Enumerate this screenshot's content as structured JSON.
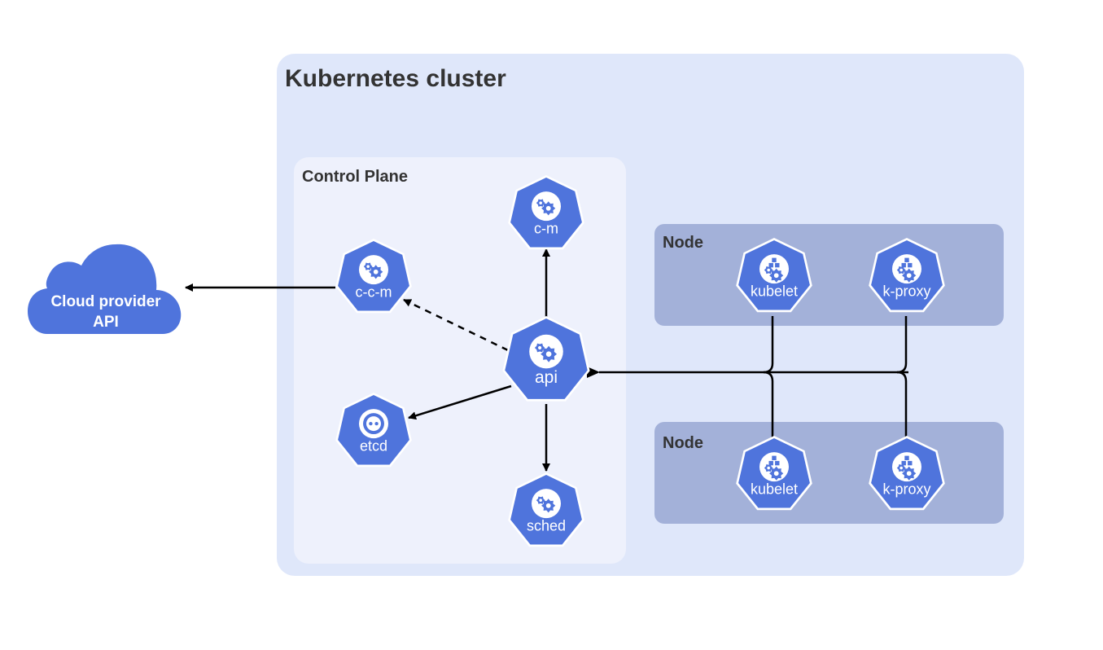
{
  "cluster": {
    "title": "Kubernetes cluster"
  },
  "control_plane": {
    "title": "Control Plane"
  },
  "cloud": {
    "line1": "Cloud provider",
    "line2": "API"
  },
  "components": {
    "cm": {
      "label": "c-m",
      "icon": "control-manager-icon"
    },
    "ccm": {
      "label": "c-c-m",
      "icon": "cloud-controller-manager-icon"
    },
    "api": {
      "label": "api",
      "icon": "api-server-icon"
    },
    "etcd": {
      "label": "etcd",
      "icon": "etcd-icon"
    },
    "sched": {
      "label": "sched",
      "icon": "scheduler-icon"
    }
  },
  "nodes": [
    {
      "title": "Node",
      "kubelet": "kubelet",
      "proxy": "k-proxy"
    },
    {
      "title": "Node",
      "kubelet": "kubelet",
      "proxy": "k-proxy"
    }
  ],
  "colors": {
    "cluster_bg": "#dfe7fa",
    "control_plane_bg": "#eef1fc",
    "node_bg": "#a3b1d9",
    "component": "#4f74dc",
    "cloud": "#4f74dc",
    "arrow": "#000000"
  }
}
